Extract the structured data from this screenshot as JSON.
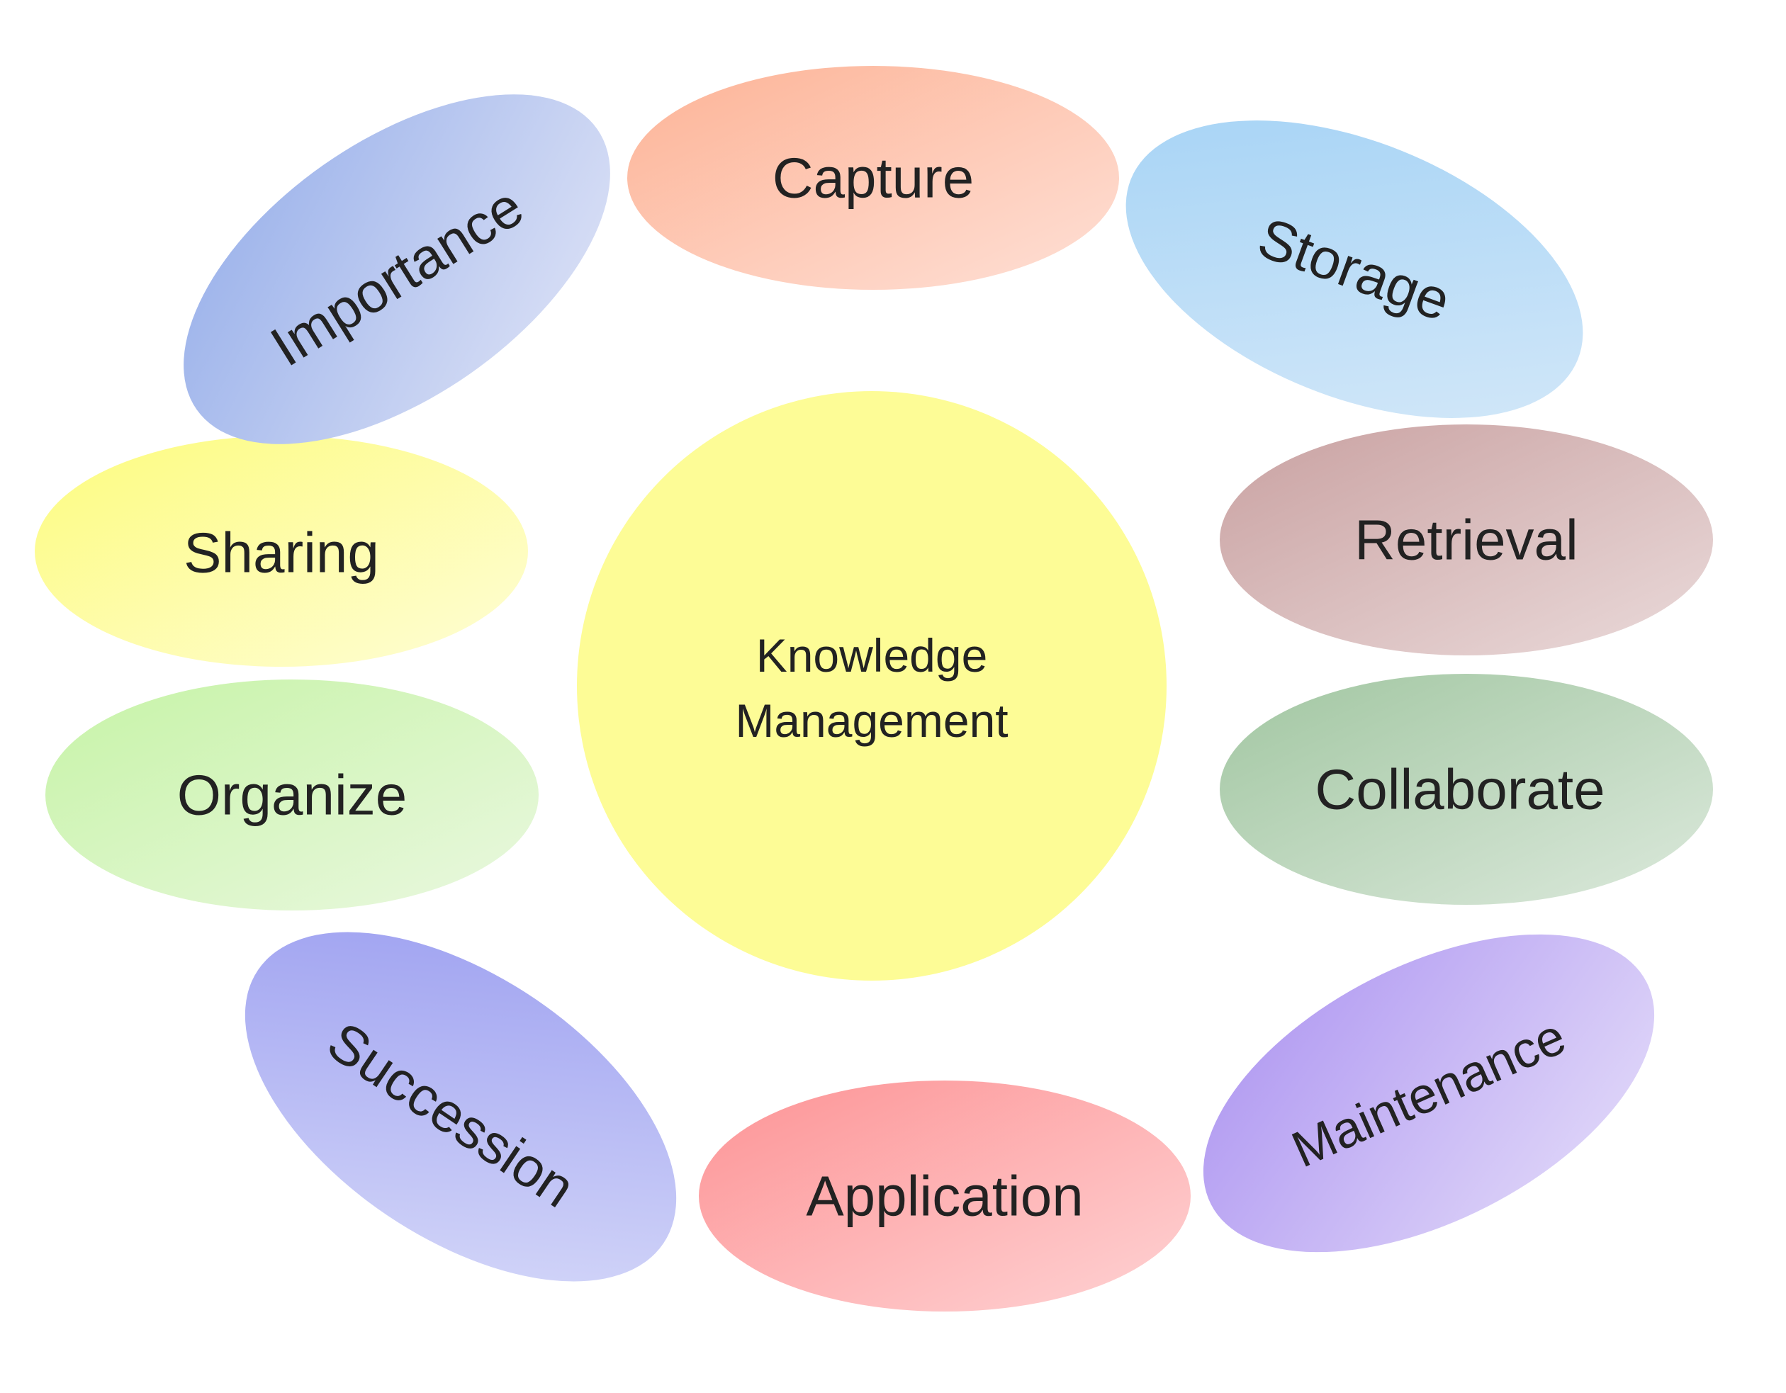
{
  "center": {
    "label_lines": [
      "Knowledge",
      "Management"
    ],
    "color": "#FDFC96"
  },
  "nodes": [
    {
      "id": "capture",
      "label": "Capture",
      "color_start": "#FDB396",
      "color_end": "#FEE0D6"
    },
    {
      "id": "storage",
      "label": "Storage",
      "color_start": "#A3D2F5",
      "color_end": "#D6E9F9"
    },
    {
      "id": "retrieval",
      "label": "Retrieval",
      "color_start": "#C9A1A1",
      "color_end": "#EADADA"
    },
    {
      "id": "collaborate",
      "label": "Collaborate",
      "color_start": "#A1C6A1",
      "color_end": "#DCE9DC"
    },
    {
      "id": "maintenance",
      "label": "Maintenance",
      "color_start": "#AE96F1",
      "color_end": "#E3DBF9"
    },
    {
      "id": "application",
      "label": "Application",
      "color_start": "#FD9395",
      "color_end": "#FED3D4"
    },
    {
      "id": "succession",
      "label": "Succession",
      "color_start": "#9A9DF0",
      "color_end": "#D8DBF9"
    },
    {
      "id": "organize",
      "label": "Organize",
      "color_start": "#C6F3A6",
      "color_end": "#EAF8E0"
    },
    {
      "id": "sharing",
      "label": "Sharing",
      "color_start": "#FDFC7E",
      "color_end": "#FEFDD6"
    },
    {
      "id": "importance",
      "label": "Importance",
      "color_start": "#97AFEA",
      "color_end": "#DEE3F6"
    }
  ]
}
